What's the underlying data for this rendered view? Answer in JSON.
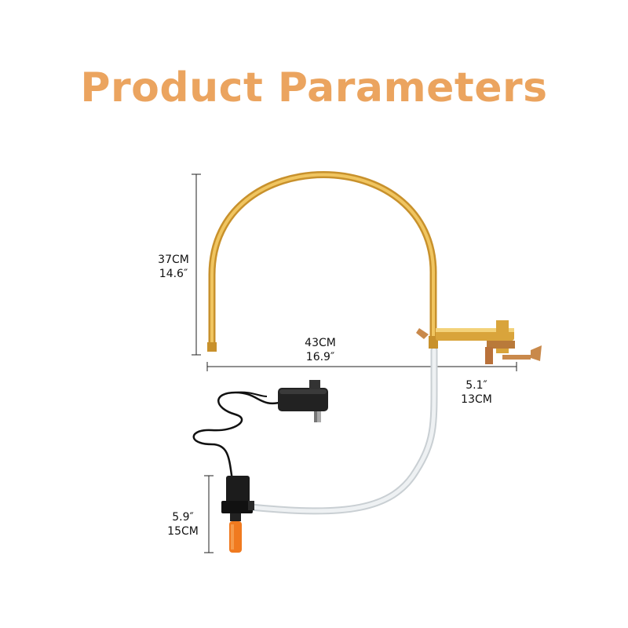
{
  "title": "Product Parameters",
  "colors": {
    "title": "#eba45f",
    "frame_gold": "#d9a43b",
    "frame_highlight": "#f3d27a",
    "hose": "#e6eaec",
    "cable": "#111111",
    "filter": "#f07a1f"
  },
  "dimensions": {
    "height": {
      "cm": "37CM",
      "inch": "14.6″"
    },
    "width": {
      "cm": "43CM",
      "inch": "16.9″"
    },
    "clamp": {
      "inch": "5.1″",
      "cm": "13CM"
    },
    "pump": {
      "inch": "5.9″",
      "cm": "15CM"
    }
  }
}
